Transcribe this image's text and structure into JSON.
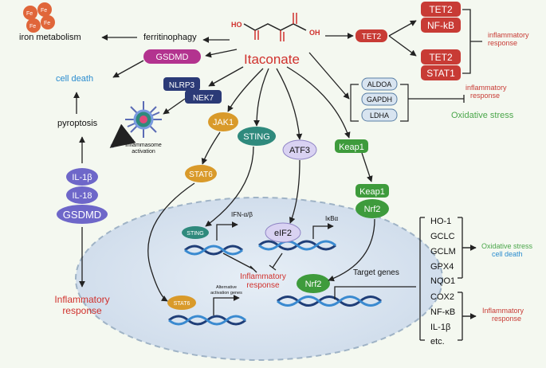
{
  "center": {
    "label": "Itaconate",
    "oh_left": "HO",
    "oh_right": "OH"
  },
  "iron": {
    "fe": [
      "Fe",
      "Fe",
      "Fe",
      "Fe"
    ],
    "label": "iron metabolism",
    "ferritinophagy": "ferritinophagy"
  },
  "death": {
    "gsdmd_top": "GSDMD",
    "cell_death": "cell death",
    "nlrp3": "NLRP3",
    "nek7": "NEK7",
    "pyroptosis": "pyroptosis",
    "inflammasome": "inflammasome",
    "activation": "activation"
  },
  "pyro_stack": {
    "il1b": "IL-1β",
    "il18": "IL-18",
    "gsdmd": "GSDMD",
    "outcome_line1": "Inflammatory",
    "outcome_line2": "response"
  },
  "tet": {
    "tet2": "TET2",
    "tet2_a": "TET2",
    "nfkb": "NF-kB",
    "tet2_b": "TET2",
    "stat1": "STAT1",
    "outcome_line1": "inflammatory",
    "outcome_line2": "response"
  },
  "glyco": {
    "aldoa": "ALDOA",
    "gapdh": "GAPDH",
    "ldha": "LDHA",
    "outcome_line1": "inflammatory",
    "outcome_line2": "response",
    "oxidative": "Oxidative stress"
  },
  "pathways": {
    "jak1": "JAK1",
    "sting": "STING",
    "atf3": "ATF3",
    "keap1": "Keap1",
    "stat6": "STAT6",
    "keap1_b": "Keap1",
    "nrf2": "Nrf2"
  },
  "nucleus": {
    "sting": "STING",
    "ifn": "IFN-α/β",
    "eif2": "eIF2",
    "ikba": "IκBα",
    "inflam_line1": "Inflammatory",
    "inflam_line2": "response",
    "stat6": "STAT6",
    "alt_line1": "Alternative",
    "alt_line2": "activation genes",
    "nrf2": "Nrf2",
    "target_genes": "Target genes"
  },
  "genes": {
    "group1": [
      "HO-1",
      "GCLC",
      "GCLM",
      "GPX4",
      "NQO1"
    ],
    "group2": [
      "COX2",
      "NF-κB",
      "IL-1β",
      "etc."
    ],
    "out1_line1": "Oxidative stress",
    "out1_line2": "cell death",
    "out2_line1": "Inflammatory",
    "out2_line2": "response"
  },
  "colors": {
    "red": "#d0312d",
    "blue": "#2a8ccf",
    "green": "#4aa64a",
    "navy": "#2b3a77",
    "gsdmd_magenta": "#b3338f",
    "tet_red": "#c83b35",
    "jak_orange": "#d99a2a",
    "sting_teal": "#2f8a7d",
    "atf_lav": "#d9d2f2",
    "keap_green": "#3e9b3c",
    "il_purple": "#6e67c9"
  }
}
